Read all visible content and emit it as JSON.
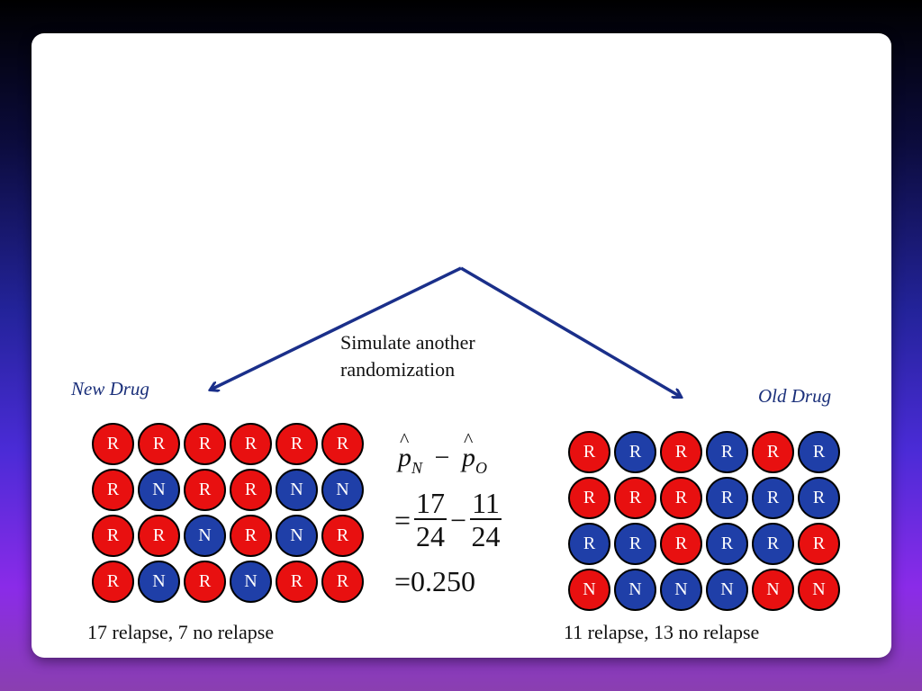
{
  "sim_label_line1": "Simulate another",
  "sim_label_line2": "randomization",
  "new_drug": {
    "label": "New Drug",
    "summary": "17 relapse, 7 no relapse",
    "balls": [
      "R",
      "R",
      "R",
      "R",
      "R",
      "R",
      "R",
      "N",
      "R",
      "R",
      "N",
      "N",
      "R",
      "R",
      "N",
      "R",
      "N",
      "R",
      "R",
      "N",
      "R",
      "N",
      "R",
      "R"
    ]
  },
  "old_drug": {
    "label": "Old Drug",
    "summary": "11 relapse, 13 no relapse",
    "balls": [
      "R",
      "R",
      "R",
      "R",
      "R",
      "R",
      "R",
      "R",
      "R",
      "R",
      "R",
      "R",
      "R",
      "R",
      "R",
      "R",
      "R",
      "R",
      "N",
      "N",
      "N",
      "N",
      "N",
      "N"
    ],
    "colors": [
      "R",
      "N",
      "R",
      "N",
      "R",
      "N",
      "R",
      "R",
      "R",
      "N",
      "N",
      "N",
      "N",
      "N",
      "R",
      "N",
      "N",
      "R",
      "R",
      "N",
      "N",
      "N",
      "R",
      "R"
    ]
  },
  "formula": {
    "p": "p",
    "sub_n": "N",
    "minus": "−",
    "sub_o": "O",
    "eq": "=",
    "num1": "17",
    "den1": "24",
    "num2": "11",
    "den2": "24",
    "result": "0.250"
  },
  "colors": {
    "relapse": "#e81010",
    "no_relapse": "#1f3fa8",
    "arrow": "#1a2f8a"
  }
}
